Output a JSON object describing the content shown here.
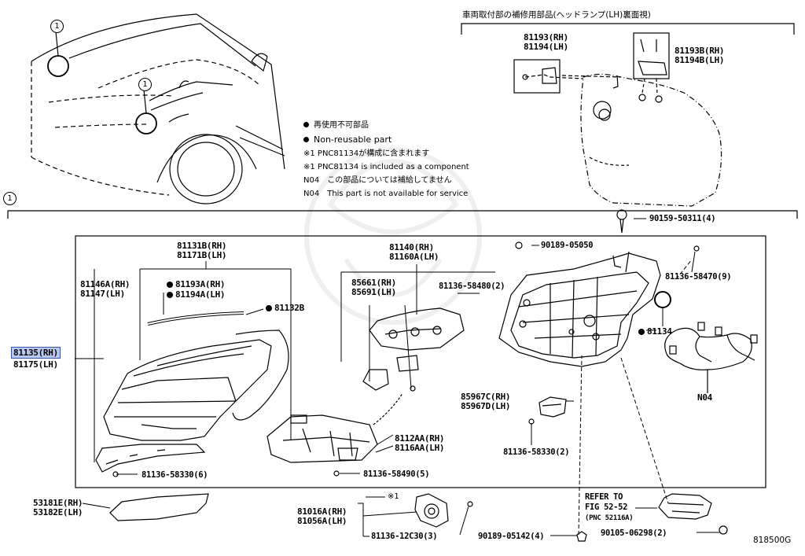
{
  "notes": {
    "header_jp": "車両取付部の補修用部品(ヘッドランプ(LH)裏面視)",
    "legend_jp": "再使用不可部品",
    "legend_en": "Non-reusable part",
    "note1_jp": "※1 PNC81134が構成に含まれます",
    "note1_en": "※1 PNC81134 is included as a component",
    "n04_jp": "N04　この部品については補給してません",
    "n04_en": "N04　This part is not available for service",
    "section_marker": "1"
  },
  "callouts": {
    "rh_81193": "81193(RH)",
    "lh_81194": "81194(LH)",
    "rh_81193b": "81193B(RH)",
    "lh_81194b": "81194B(LH)",
    "p_90159": "90159-50311(4)",
    "p_90189_05050": "90189-05050",
    "rh_81131b": "81131B(RH)",
    "lh_81171b": "81171B(LH)",
    "rh_81140": "81140(RH)",
    "lh_81160a": "81160A(LH)",
    "rh_81146a": "81146A(RH)",
    "lh_81147": "81147(LH)",
    "rh_81193a": "81193A(RH)",
    "lh_81194a": "81194A(LH)",
    "p_81132b": "81132B",
    "rh_85661": "85661(RH)",
    "lh_85691": "85691(LH)",
    "p_81136_58480": "81136-58480(2)",
    "p_81136_58470": "81136-58470(9)",
    "p_81134": "81134",
    "rh_81135": "81135(RH)",
    "lh_81175": "81175(LH)",
    "p_n04": "N04",
    "rh_85967c": "85967C(RH)",
    "lh_85967d": "85967D(LH)",
    "rh_8112aa": "8112AA(RH)",
    "lh_8116aa": "8116AA(LH)",
    "p_81136_58330_2": "81136-58330(2)",
    "p_81136_58330_6": "81136-58330(6)",
    "p_81136_58490": "81136-58490(5)",
    "rh_53181e": "53181E(RH)",
    "lh_53182e": "53182E(LH)",
    "star1": "※1",
    "rh_81016a": "81016A(RH)",
    "lh_81056a": "81056A(LH)",
    "p_81136_12c30": "81136-12C30(3)",
    "refer_to": "REFER TO",
    "fig": "FIG 52-52",
    "pnc": "(PNC 52116A)",
    "p_90189_05142": "90189-05142(4)",
    "p_90105_06298": "90105-06298(2)",
    "diagram_id": "818500G"
  },
  "colors": {
    "line": "#000000",
    "highlight": "#b8c8ee",
    "highlight_border": "#3a55a8"
  }
}
